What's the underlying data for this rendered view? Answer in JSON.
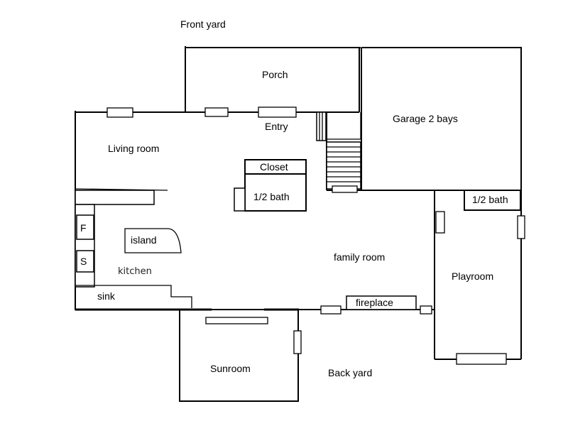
{
  "labels": {
    "front_yard": "Front yard",
    "porch": "Porch",
    "entry": "Entry",
    "garage": "Garage 2 bays",
    "living_room": "Living room",
    "closet": "Closet",
    "half_bath_center": "1/2 bath",
    "half_bath_garage": "1/2 bath",
    "fridge": "F",
    "island": "island",
    "stove": "S",
    "kitchen": "kitchen",
    "family_room": "family room",
    "playroom": "Playroom",
    "sink": "sink",
    "fireplace": "fireplace",
    "sunroom": "Sunroom",
    "back_yard": "Back yard"
  }
}
